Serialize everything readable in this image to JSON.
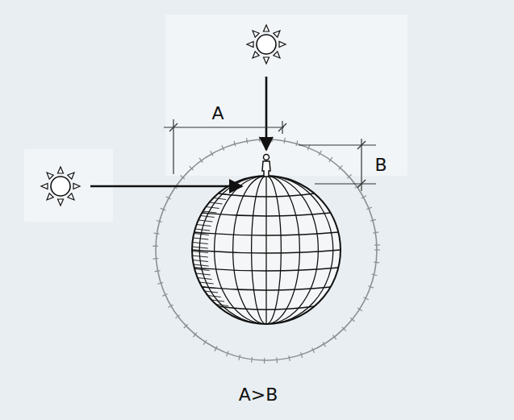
{
  "diagram": {
    "labels": [
      "A",
      "B",
      "A>B"
    ]
  }
}
